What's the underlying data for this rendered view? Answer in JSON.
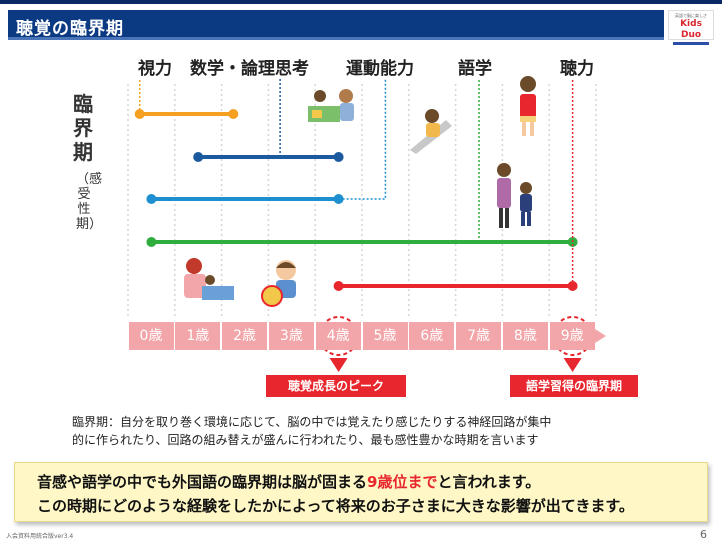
{
  "header": {
    "title": "聴覚の臨界期"
  },
  "logo": {
    "sub": "英語で脳に楽しさ",
    "main": "Kids Duo"
  },
  "categories": [
    {
      "label": "視力",
      "color": "#f5a020"
    },
    {
      "label": "数学・論理思考",
      "color": "#1b5a9e"
    },
    {
      "label": "運動能力",
      "color": "#1e8fd0"
    },
    {
      "label": "語学",
      "color": "#2fae3f"
    },
    {
      "label": "聴力",
      "color": "#e8262d"
    }
  ],
  "side_label": {
    "main": "臨界期",
    "sub": "（感受性期）"
  },
  "ages": [
    "0歳",
    "1歳",
    "2歳",
    "3歳",
    "4歳",
    "5歳",
    "6歳",
    "7歳",
    "8歳",
    "9歳"
  ],
  "periods": [
    {
      "category": "視力",
      "start_age": 0.25,
      "end_age": 2.25,
      "extends_to_age": 0.25,
      "color": "#f5a020"
    },
    {
      "category": "数学・論理思考",
      "start_age": 1.5,
      "end_age": 4.5,
      "extends_to_age": 3.25,
      "color": "#1b5a9e"
    },
    {
      "category": "運動能力",
      "start_age": 0.5,
      "end_age": 4.5,
      "extends_to_age": 5.5,
      "color": "#1e8fd0"
    },
    {
      "category": "語学",
      "start_age": 0.5,
      "end_age": 9.5,
      "extends_to_age": 7.5,
      "color": "#2fae3f"
    },
    {
      "category": "聴力",
      "start_age": 4.5,
      "end_age": 9.5,
      "extends_to_age": 9.5,
      "color": "#e8262d"
    }
  ],
  "highlights": [
    {
      "age": 4,
      "label": "聴覚成長のピーク"
    },
    {
      "age": 9,
      "label": "語学習得の臨界期"
    }
  ],
  "definition": {
    "line1": "臨界期：自分を取り巻く環境に応じて、脳の中では覚えたり感じたりする神経回路が集中",
    "line2": "的に作られたり、回路の組み替えが盛んに行われたり、最も感性豊かな時期を言います"
  },
  "summary": {
    "line1_pre": "音感や語学の中でも外国語の臨界期は脳が固まる",
    "line1_hl": "9歳位まで",
    "line1_post": "と言われます。",
    "line2": "この時期にどのような経験をしたかによって将来のお子さまに大きな影響が出てきます。"
  },
  "footer": {
    "left": "入会資料用統合版ver3.4",
    "page": "6"
  },
  "colors": {
    "title_bg": "#0b3a82",
    "age_box": "#f2a6a9",
    "highlight": "#e8262d",
    "summary_bg": "#fff8c6"
  }
}
